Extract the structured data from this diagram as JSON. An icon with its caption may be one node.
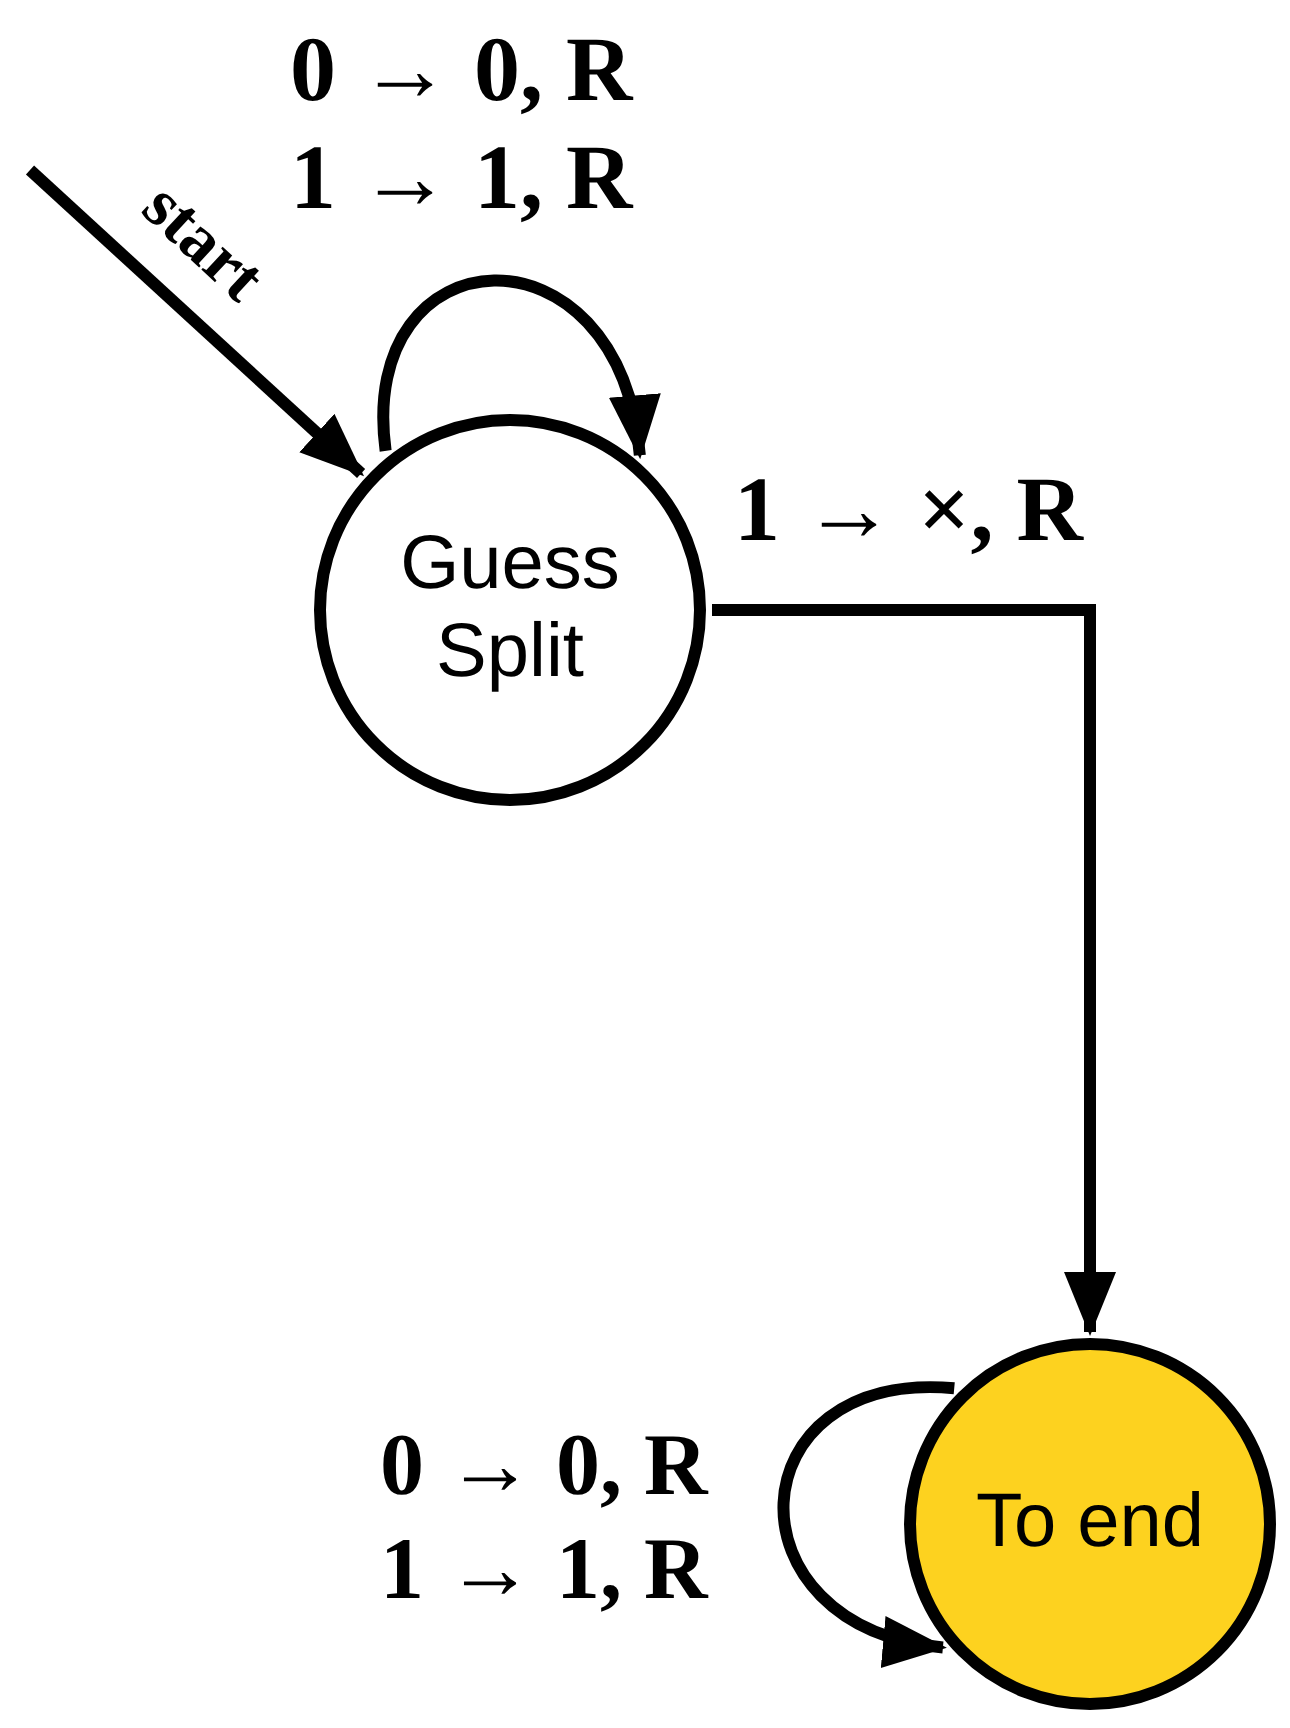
{
  "diagram": {
    "nodes": [
      {
        "text": [
          "Guess Split"
        ]
      },
      {
        "text": [
          "To end"
        ]
      }
    ],
    "edges": [
      {
        "from": null,
        "to": 0,
        "arrow": "to",
        "label": "start"
      },
      {
        "from": 0,
        "to": 0,
        "arrow": "to",
        "label": "0 → 0, R 1 → 1, R"
      },
      {
        "from": 0,
        "to": 1,
        "arrow": "to",
        "label": "1 → ×, R"
      },
      {
        "from": 1,
        "to": 1,
        "arrow": "to",
        "label": "0 → 0, R 1 → 1, R"
      }
    ]
  }
}
